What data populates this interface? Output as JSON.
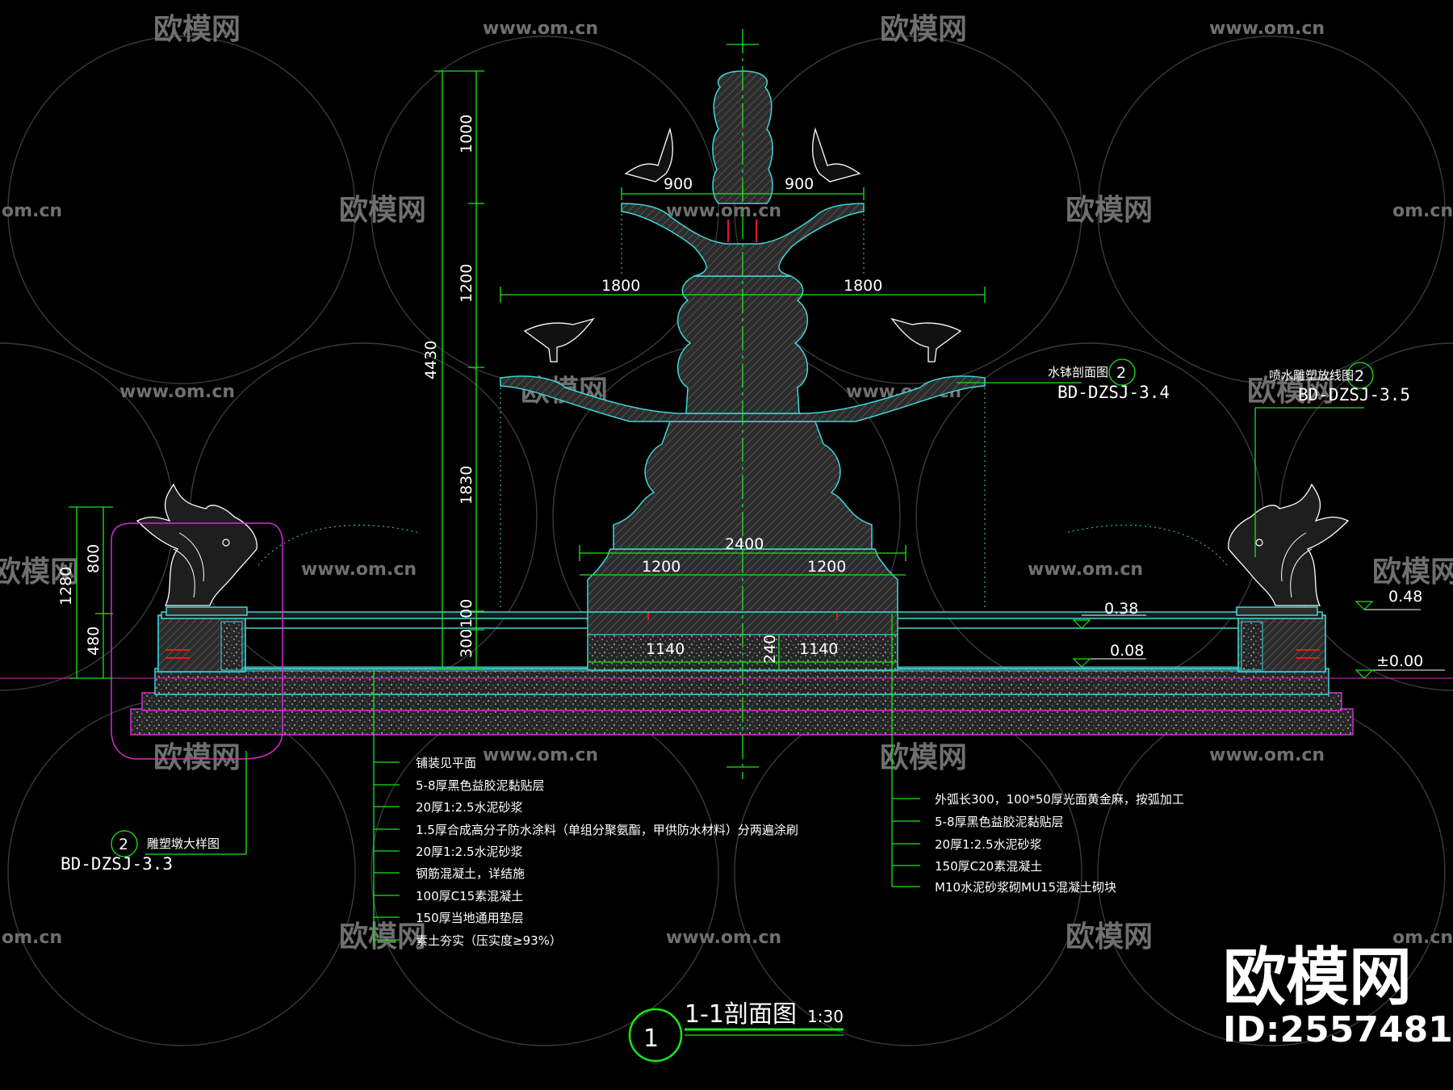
{
  "watermark": {
    "brand": "欧模网",
    "site": "www.om.cn",
    "site_short": "om.cn",
    "big_brand": "欧模网",
    "id_text": "ID:2557481"
  },
  "dimensions": {
    "total_height": "4430",
    "h1": "1000",
    "h2": "1200",
    "h3": "1830",
    "h4": "100",
    "h5": "300",
    "top_left": "900",
    "top_right": "900",
    "mid_left": "1800",
    "mid_right": "1800",
    "base_total": "2400",
    "base_left": "1200",
    "base_right": "1200",
    "pool_left": "1140",
    "pool_right": "1140",
    "pool_depth": "240",
    "left_total": "1280",
    "left_upper": "800",
    "left_lower": "480"
  },
  "levels": {
    "l1": "0.48",
    "l2": "0.38",
    "l3": "0.08",
    "l4": "±0.00"
  },
  "references": {
    "bowl": {
      "num": "2",
      "label": "水钵剖面图",
      "code": "BD-DZSJ-3.4"
    },
    "sculpture": {
      "num": "2",
      "label": "喷水雕塑放线图",
      "code": "BD-DZSJ-3.5"
    },
    "pedestal": {
      "num": "2",
      "label": "雕塑墩大样图",
      "code": "BD-DZSJ-3.3"
    }
  },
  "notes_left": [
    "铺装见平面",
    "5-8厚黑色益胶泥黏贴层",
    "20厚1:2.5水泥砂浆",
    "1.5厚合成高分子防水涂料（单组分聚氨酯，甲供防水材料）分两遍涂刷",
    "20厚1:2.5水泥砂浆",
    "钢筋混凝土，详结施",
    "100厚C15素混凝土",
    "150厚当地通用垫层",
    "素土夯实（压实度≥93%）"
  ],
  "notes_right": [
    "外弧长300，100*50厚光面黄金麻，按弧加工",
    "5-8厚黑色益胶泥黏贴层",
    "20厚1:2.5水泥砂浆",
    "150厚C20素混凝土",
    "M10水泥砂浆砌MU15混凝土砌块"
  ],
  "drawing_title": {
    "number": "1",
    "name": "1-1剖面图",
    "scale": "1:30"
  },
  "colors": {
    "background": "#000000",
    "outline": "#3fd6d6",
    "hatch": "#4a4a4a",
    "dimension": "#19e619",
    "magenta": "#d12fd1",
    "red": "#e11b1b",
    "white": "#ffffff",
    "watermark": "#7a7a7a"
  }
}
